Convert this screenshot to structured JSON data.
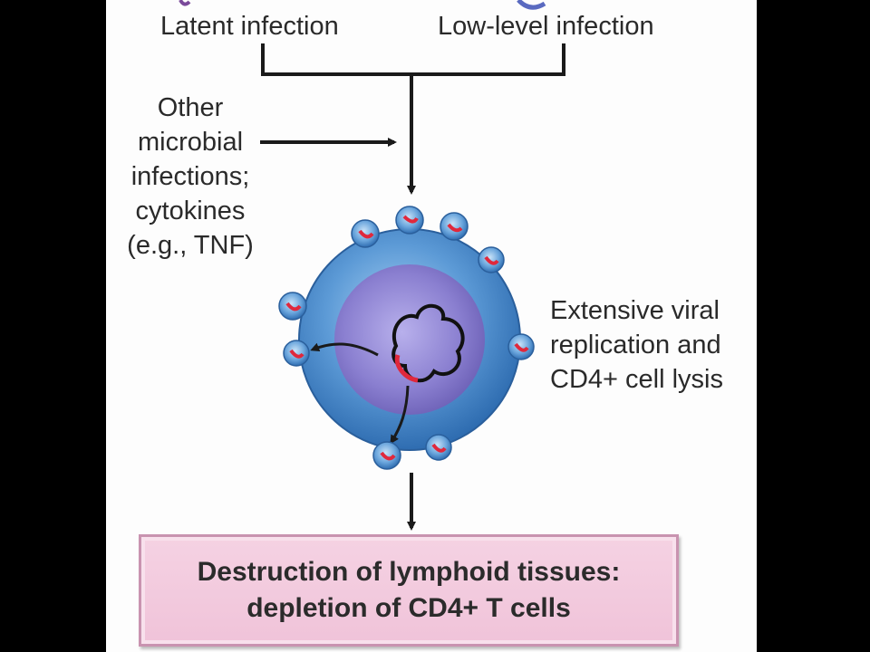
{
  "labels": {
    "latent": "Latent infection",
    "low_level": "Low-level infection",
    "other_infections": "Other microbial infections; cytokines (e.g., TNF)",
    "extensive_replication": "Extensive viral replication and CD4+ cell lysis"
  },
  "outcome": {
    "line1": "Destruction of lymphoid tissues:",
    "line2": "depletion of CD4+ T cells"
  },
  "colors": {
    "cell_outer": "#4f8fcf",
    "cell_nucleus": "#7f70c4",
    "viral_rna": "#e0283c",
    "outcome_box": "#f3c9dd",
    "arrow": "#1a1a1a"
  }
}
